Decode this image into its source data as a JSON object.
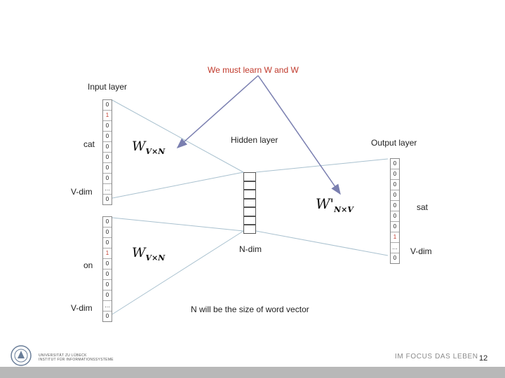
{
  "title_note": "We must learn W and W",
  "labels": {
    "input_layer": "Input layer",
    "hidden_layer": "Hidden layer",
    "output_layer": "Output layer",
    "cat": "cat",
    "on": "on",
    "sat": "sat",
    "vdim_top": "V-dim",
    "vdim_bottom": "V-dim",
    "vdim_output": "V-dim",
    "ndim": "N-dim",
    "note": "N will be the size of word vector"
  },
  "matrices": {
    "w_letter": "W",
    "w_sub": "V×N",
    "wprime_letter": "W'",
    "wprime_sub": "N×V"
  },
  "vectors": {
    "cat": [
      "0",
      "1",
      "0",
      "0",
      "0",
      "0",
      "0",
      "0",
      "…",
      "0"
    ],
    "on": [
      "0",
      "0",
      "0",
      "1",
      "0",
      "0",
      "0",
      "0",
      "…",
      "0"
    ],
    "sat": [
      "0",
      "0",
      "0",
      "0",
      "0",
      "0",
      "0",
      "1",
      "…",
      "0"
    ]
  },
  "hidden_units": 7,
  "footer": {
    "university": "UNIVERSITÄT ZU LÜBECK",
    "institute": "INSTITUT FÜR INFORMATIONSSYSTEME",
    "slogan": "IM FOCUS DAS LEBEN",
    "page": "12"
  },
  "colors": {
    "accent_red": "#c0392b",
    "wire": "#a9c1cf",
    "arrow": "#7a7fb0",
    "footer_bar": "#b8b8b8"
  }
}
